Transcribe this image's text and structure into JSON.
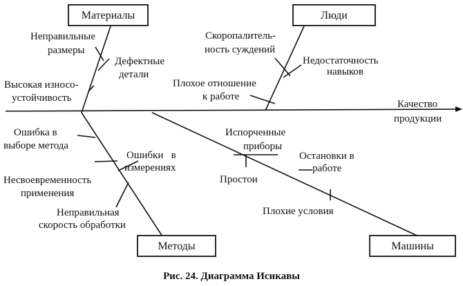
{
  "categories": {
    "materials": "Материалы",
    "people": "Люди",
    "methods": "Методы",
    "machines": "Машины"
  },
  "effect": [
    "Качество",
    "продукции"
  ],
  "causes": {
    "wrong_sizes": [
      "Неправильные",
      "размеры"
    ],
    "defective_parts": [
      "Дефектные",
      "детали"
    ],
    "wear_resistance": [
      "Высокая износо-",
      "устойчивость"
    ],
    "hasty_judgment": [
      "Скоропалитель-",
      "ность суждений"
    ],
    "lack_of_skills": [
      "Недостаточность",
      "навыков"
    ],
    "bad_attitude": [
      "Плохое отношение",
      "к работе"
    ],
    "method_choice_error": [
      "Ошибка в",
      "выборе метода"
    ],
    "untimely_application": [
      "Несвоевременность",
      "применения"
    ],
    "measurement_errors": [
      "Ошибки   в",
      "измерениях"
    ],
    "wrong_speed": [
      "Неправильная",
      "скорость обработки"
    ],
    "damaged_devices": [
      "Испорченные",
      "приборы"
    ],
    "downtime": "Простои",
    "work_stops": [
      "Остановки в",
      "работе"
    ],
    "bad_conditions": "Плохие условия"
  },
  "caption": "Рис. 24. Диаграмма Исикавы"
}
